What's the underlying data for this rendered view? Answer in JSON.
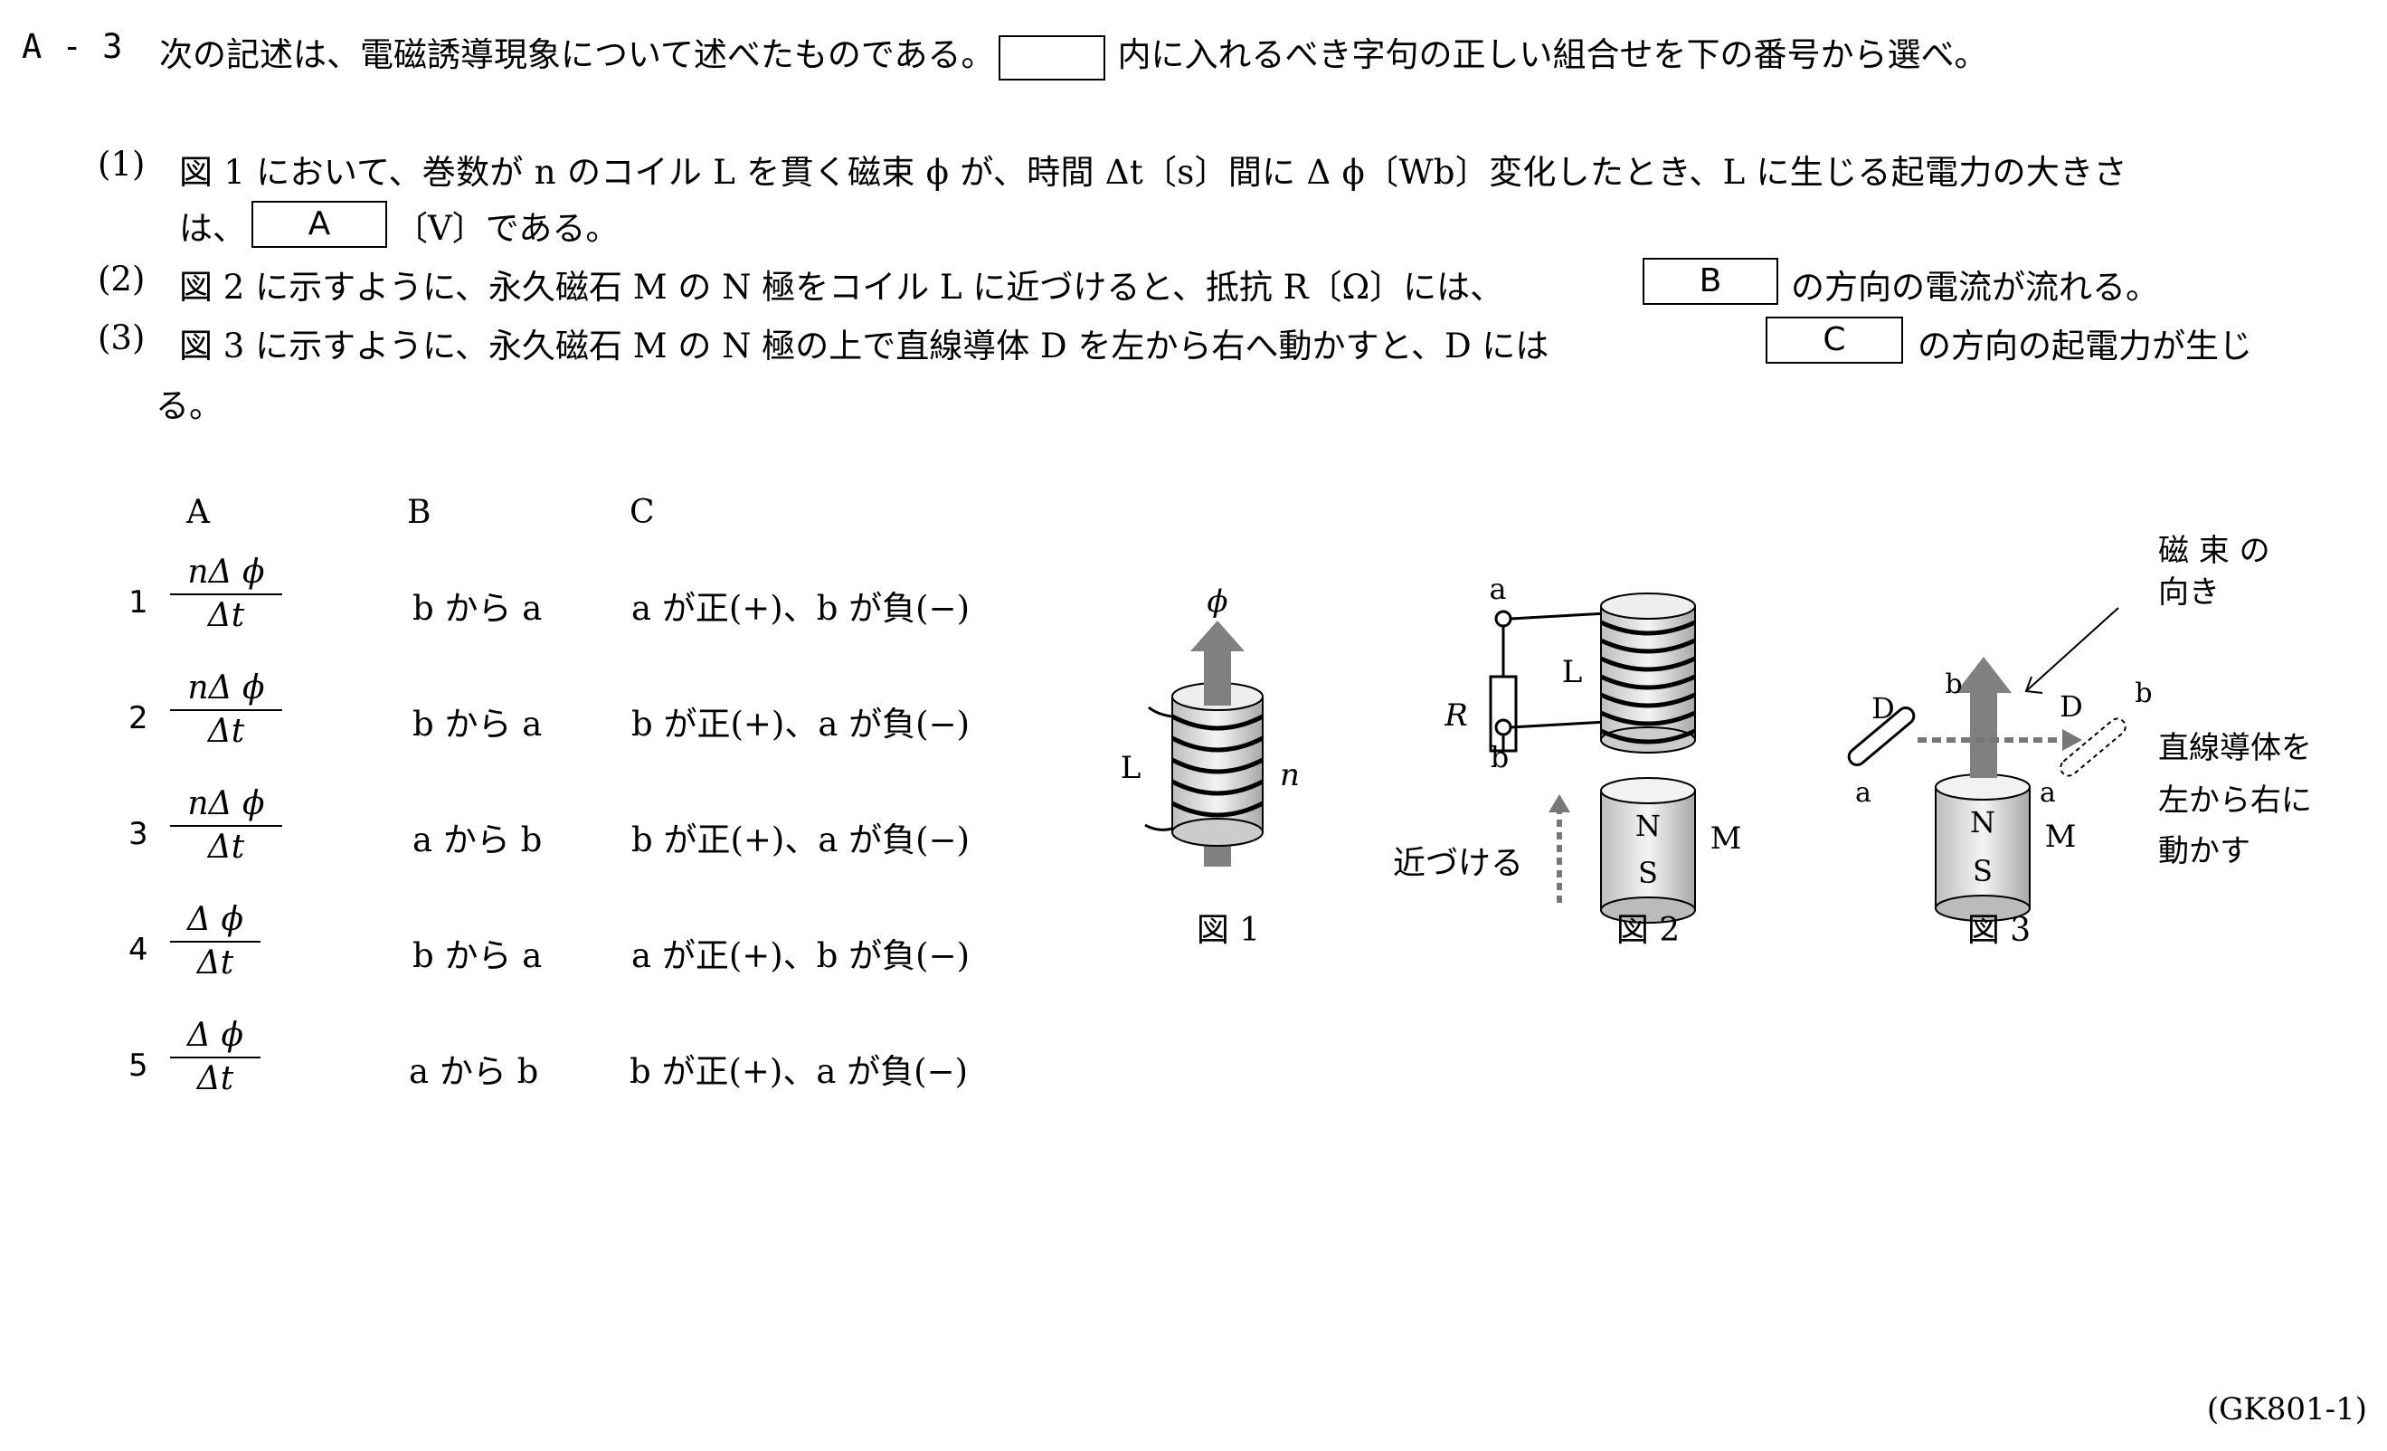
{
  "question": {
    "id": "A - 3",
    "stem_before": "次の記述は、電磁誘導現象について述べたものである。",
    "stem_after": "内に入れるべき字句の正しい組合せを下の番号から選べ。"
  },
  "items": [
    {
      "num": "(1)",
      "line1": "図 1 において、巻数が n のコイル L を貫く磁束 ϕ が、時間 Δt〔s〕間に Δ ϕ〔Wb〕変化したとき、L に生じる起電力の大きさ",
      "line2_pre": "は、",
      "line2_post": "〔V〕である。",
      "blank": "A"
    },
    {
      "num": "(2)",
      "pre": "図 2 に示すように、永久磁石 M の N 極をコイル L に近づけると、抵抗 R〔Ω〕には、",
      "blank": "B",
      "post": "の方向の電流が流れる。"
    },
    {
      "num": "(3)",
      "pre": "図 3 に示すように、永久磁石 M の N 極の上で直線導体 D を左から右へ動かすと、D には",
      "blank": "C",
      "post": "の方向の起電力が生じ",
      "line2": "る。"
    }
  ],
  "table": {
    "headers": [
      "A",
      "B",
      "C"
    ],
    "rows": [
      {
        "num": "1",
        "a_num": "nΔ ϕ",
        "a_den": "Δt",
        "b": "b から a",
        "c": "a が正(+)、b が負(−)"
      },
      {
        "num": "2",
        "a_num": "nΔ ϕ",
        "a_den": "Δt",
        "b": "b から a",
        "c": "b が正(+)、a が負(−)"
      },
      {
        "num": "3",
        "a_num": "nΔ ϕ",
        "a_den": "Δt",
        "b": "a から b",
        "c": "b が正(+)、a が負(−)"
      },
      {
        "num": "4",
        "a_num": "Δ ϕ",
        "a_den": "Δt",
        "b": "b から a",
        "c": "a が正(+)、b が負(−)"
      },
      {
        "num": "5",
        "a_num": "Δ ϕ",
        "a_den": "Δt",
        "b": "a から b",
        "c": "b が正(+)、a が負(−)"
      }
    ]
  },
  "figures": {
    "fig1": {
      "caption": "図 1",
      "phi": "ϕ",
      "coil": "L",
      "turns": "n"
    },
    "fig2": {
      "caption": "図 2",
      "a": "a",
      "b": "b",
      "R": "R",
      "coil": "L",
      "N": "N",
      "S": "S",
      "M": "M",
      "approach": "近づける"
    },
    "fig3": {
      "caption": "図 3",
      "D_left": "D",
      "D_right": "D",
      "a_left": "a",
      "b_left": "b",
      "a_right": "a",
      "b_right": "b",
      "N": "N",
      "S": "S",
      "M": "M",
      "flux_label_1": "磁 束 の",
      "flux_label_2": "向き",
      "move_1": "直線導体を",
      "move_2": "左から右に",
      "move_3": "動かす"
    }
  },
  "footer": "(GK801-1)"
}
